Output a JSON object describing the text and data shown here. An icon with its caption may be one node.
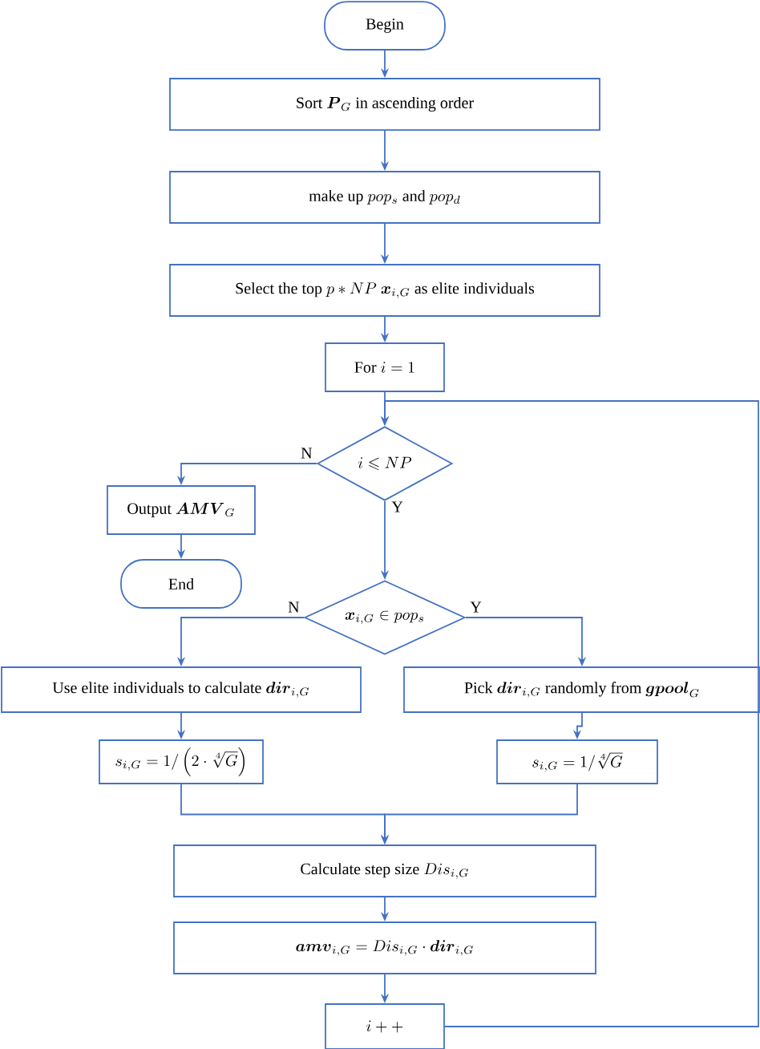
{
  "diagram": {
    "nodes": [
      {
        "text": [
          "Begin"
        ]
      },
      {
        "text": [
          "\\text{Sort } \\boldsymbol{P}_G \\text{ in ascending order}"
        ]
      },
      {
        "text": [
          "\\text{make up } pop_s \\text{ and } pop_d"
        ]
      },
      {
        "text": [
          "\\text{Select the top } p*NP\\ \\boldsymbol{x}_{i,G} \\text{ as elite individuals}"
        ]
      },
      {
        "text": [
          "\\text{For } i=1"
        ]
      },
      {
        "text": [
          "i\\leqslant NP"
        ]
      },
      {
        "text": [
          "\\text{Output } \\boldsymbol{AMV}_G"
        ]
      },
      {
        "text": [
          "End"
        ]
      },
      {
        "text": [
          "\\boldsymbol{x}_{i,G}\\in pop_s"
        ]
      },
      {
        "text": [
          "\\text{Use elite individuals to calculate } \\boldsymbol{dir}_{i,G}"
        ]
      },
      {
        "text": [
          "\\text{Pick } \\boldsymbol{dir}_{i,G} \\text{ randomly from } \\boldsymbol{gpool}_G"
        ]
      },
      {
        "text": [
          "s_{i,G}=1/\\left(2\\cdot\\sqrt[4]{G}\\right)"
        ]
      },
      {
        "text": [
          "s_{i,G}=1/\\sqrt[4]{G}"
        ]
      },
      {
        "text": [
          "\\text{Calculate step size } Dis_{i,G}"
        ]
      },
      {
        "text": [
          "\\boldsymbol{amv}_{i,G}=Dis_{i,G}\\cdot\\boldsymbol{dir}_{i,G}"
        ]
      },
      {
        "text": [
          "i++"
        ]
      }
    ],
    "edges": [
      {
        "from": 0,
        "to": 1,
        "arrow": "to"
      },
      {
        "from": 1,
        "to": 2,
        "arrow": "to"
      },
      {
        "from": 2,
        "to": 3,
        "arrow": "to"
      },
      {
        "from": 3,
        "to": 4,
        "arrow": "to"
      },
      {
        "from": 4,
        "to": 5,
        "arrow": "to"
      },
      {
        "from": 5,
        "to": 6,
        "arrow": "to",
        "label": "N"
      },
      {
        "from": 6,
        "to": 7,
        "arrow": "to"
      },
      {
        "from": 5,
        "to": 8,
        "arrow": "to",
        "label": "Y"
      },
      {
        "from": 8,
        "to": 9,
        "arrow": "to",
        "label": "N"
      },
      {
        "from": 8,
        "to": 10,
        "arrow": "to",
        "label": "Y"
      },
      {
        "from": 9,
        "to": 11,
        "arrow": "to"
      },
      {
        "from": 10,
        "to": 12,
        "arrow": "to"
      },
      {
        "from": 11,
        "to": 13,
        "arrow": "to"
      },
      {
        "from": 12,
        "to": 13,
        "arrow": "to"
      },
      {
        "from": 13,
        "to": 14,
        "arrow": "to"
      },
      {
        "from": 14,
        "to": 15,
        "arrow": "to"
      },
      {
        "from": 15,
        "to": 5,
        "arrow": "to"
      }
    ]
  }
}
